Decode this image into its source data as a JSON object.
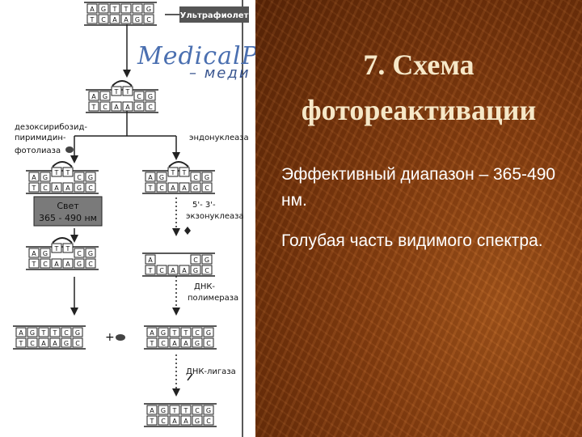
{
  "slide": {
    "title": "7. Схема фотореактивации",
    "paragraph_1": "Эффективный диапазон – 365-490 нм.",
    "paragraph_2": "Голубая часть видимого спектра."
  },
  "diagram": {
    "uv_label": "Ультрафиолет",
    "photolyase_label_1": "дезоксирибозид-",
    "photolyase_label_2": "пиримидин-",
    "photolyase_label_3": "фотолиаза",
    "endonuclease_label": "эндонуклеаза",
    "light_label_1": "Свет",
    "light_label_2": "365 - 490 нм",
    "exonuclease_label_1": "5'- 3'-",
    "exonuclease_label_2": "экзонуклеаза",
    "polymerase_label_1": "ДНК-",
    "polymerase_label_2": "полимераза",
    "ligase_label": "ДНК-лигаза",
    "plus_sign": "+",
    "top_strand_bases": [
      "A",
      "G",
      "T",
      "T",
      "C",
      "G"
    ],
    "bottom_strand_bases": [
      "T",
      "C",
      "A",
      "A",
      "G",
      "C"
    ],
    "watermark_1": "MedicalPl",
    "watermark_2": "– меди"
  },
  "colors": {
    "background_dark": "#5e2606",
    "background_mid": "#8a3f10",
    "title_text": "#f6e8c8",
    "body_text": "#ffffff",
    "light_box": "#7a7a7a",
    "watermark": "#4a6fb0"
  }
}
